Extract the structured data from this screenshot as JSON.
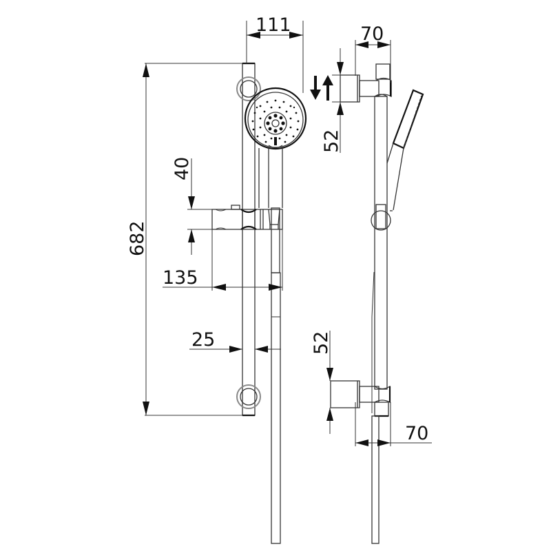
{
  "drawing": {
    "subject": "Shower rail kit with hand shower",
    "views": [
      "front view",
      "side view"
    ],
    "line_color": "#333333",
    "background": "#ffffff"
  },
  "dimensions": {
    "front": {
      "rail_height": "682",
      "head_width": "111",
      "slider_height": "40",
      "slider_depth": "135",
      "rail_diameter": "25"
    },
    "side": {
      "top_bracket_depth": "70",
      "top_bracket_height": "52",
      "bottom_bracket_height": "52",
      "bottom_bracket_depth": "70"
    }
  },
  "icons": {
    "adjust_arrows": "up-down-arrows-icon"
  }
}
